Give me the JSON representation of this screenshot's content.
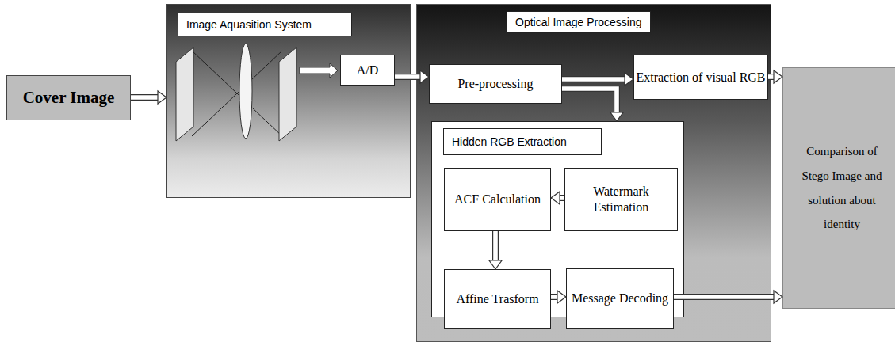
{
  "diagram": {
    "nodes": [
      {
        "text": [
          "Cover Image"
        ]
      },
      {
        "text": [
          "Image Aquasition System"
        ]
      },
      {
        "text": [
          "A/D"
        ],
        "in": 1
      },
      {
        "text": [
          "Optical Image Processing"
        ]
      },
      {
        "text": [
          "Pre-processing"
        ],
        "in": 3
      },
      {
        "text": [
          "Extraction of visual RGB"
        ],
        "in": 3
      },
      {
        "text": [
          "Hidden RGB Extraction"
        ],
        "in": 3
      },
      {
        "text": [
          "ACF Calculation"
        ],
        "in": 6
      },
      {
        "text": [
          "Watermark Estimation"
        ],
        "in": 6
      },
      {
        "text": [
          "Affine Trasform"
        ],
        "in": 6
      },
      {
        "text": [
          "Message Decoding"
        ],
        "in": 6
      },
      {
        "text": [
          "Comparison of Stego Image and solution about identity"
        ]
      }
    ],
    "edges": [
      {
        "from": 0,
        "to": 1,
        "arrow": "to"
      },
      {
        "from": 2,
        "to": 4,
        "arrow": "to"
      },
      {
        "from": 4,
        "to": 5,
        "arrow": "to"
      },
      {
        "from": 4,
        "to": 6,
        "arrow": "to"
      },
      {
        "from": 8,
        "to": 7,
        "arrow": "to"
      },
      {
        "from": 7,
        "to": 9,
        "arrow": "to"
      },
      {
        "from": 9,
        "to": 10,
        "arrow": "to"
      },
      {
        "from": 10,
        "to": 11,
        "arrow": "to"
      },
      {
        "from": 5,
        "to": 11,
        "arrow": "to"
      }
    ]
  }
}
